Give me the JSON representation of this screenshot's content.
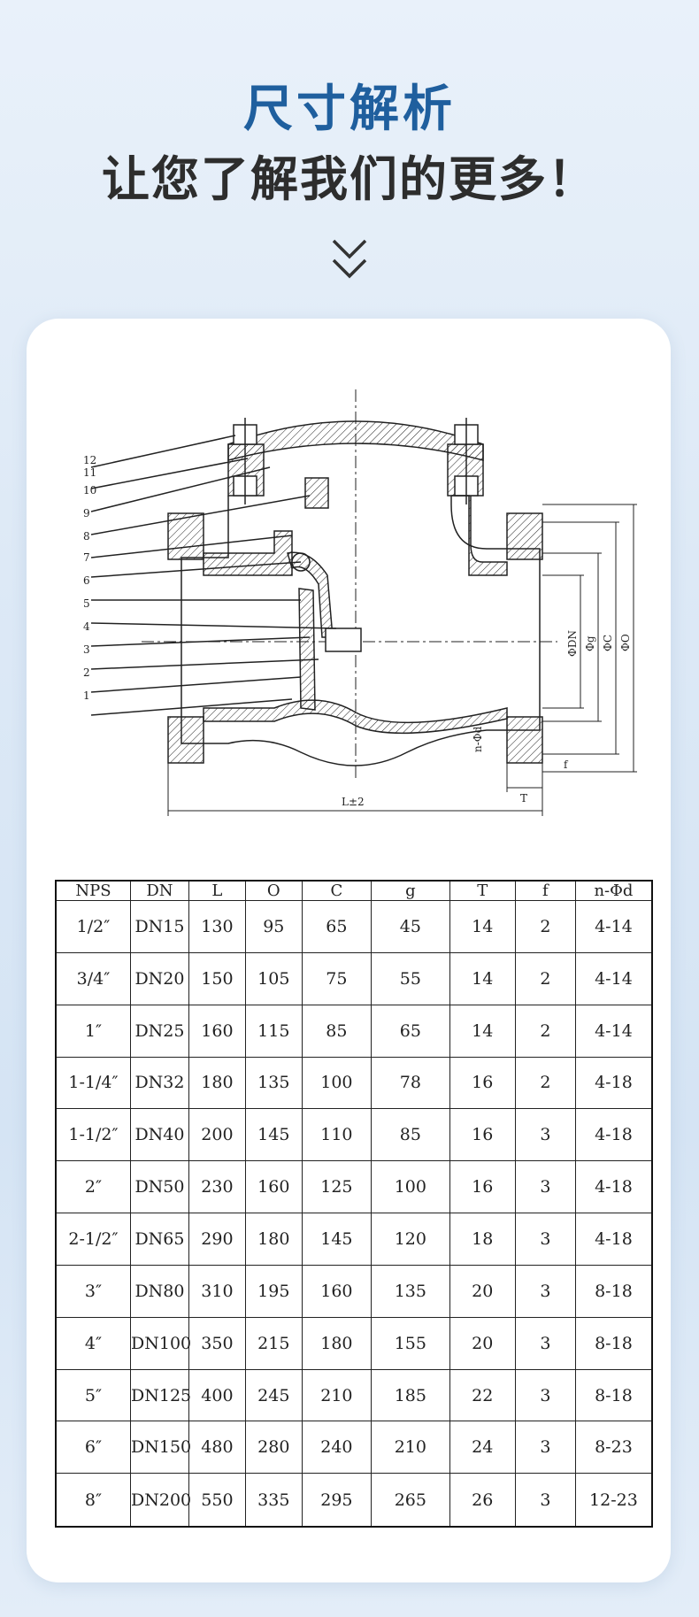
{
  "header": {
    "title": "尺寸解析",
    "subtitle": "让您了解我们的更多！",
    "chevron_icon": "double-chevron-down-icon"
  },
  "colors": {
    "title": "#1f5f9e",
    "subtitle": "#2d2d2d",
    "background": "#dde9f6",
    "card": "#ffffff"
  },
  "drawing": {
    "part_numbers": [
      "12",
      "11",
      "10",
      "9",
      "8",
      "7",
      "6",
      "5",
      "4",
      "3",
      "2",
      "1"
    ],
    "dim_labels": {
      "dn": "ΦDN",
      "g": "Φg",
      "c": "ΦC",
      "o": "ΦO",
      "nd": "n-Φd",
      "t": "T",
      "f": "f",
      "l": "L±2"
    }
  },
  "table": {
    "headers": [
      "NPS",
      "DN",
      "L",
      "O",
      "C",
      "g",
      "T",
      "f",
      "n-Φd"
    ],
    "rows": [
      [
        "1/2″",
        "DN15",
        "130",
        "95",
        "65",
        "45",
        "14",
        "2",
        "4-14"
      ],
      [
        "3/4″",
        "DN20",
        "150",
        "105",
        "75",
        "55",
        "14",
        "2",
        "4-14"
      ],
      [
        "1″",
        "DN25",
        "160",
        "115",
        "85",
        "65",
        "14",
        "2",
        "4-14"
      ],
      [
        "1-1/4″",
        "DN32",
        "180",
        "135",
        "100",
        "78",
        "16",
        "2",
        "4-18"
      ],
      [
        "1-1/2″",
        "DN40",
        "200",
        "145",
        "110",
        "85",
        "16",
        "3",
        "4-18"
      ],
      [
        "2″",
        "DN50",
        "230",
        "160",
        "125",
        "100",
        "16",
        "3",
        "4-18"
      ],
      [
        "2-1/2″",
        "DN65",
        "290",
        "180",
        "145",
        "120",
        "18",
        "3",
        "4-18"
      ],
      [
        "3″",
        "DN80",
        "310",
        "195",
        "160",
        "135",
        "20",
        "3",
        "8-18"
      ],
      [
        "4″",
        "DN100",
        "350",
        "215",
        "180",
        "155",
        "20",
        "3",
        "8-18"
      ],
      [
        "5″",
        "DN125",
        "400",
        "245",
        "210",
        "185",
        "22",
        "3",
        "8-18"
      ],
      [
        "6″",
        "DN150",
        "480",
        "280",
        "240",
        "210",
        "24",
        "3",
        "8-23"
      ],
      [
        "8″",
        "DN200",
        "550",
        "335",
        "295",
        "265",
        "26",
        "3",
        "12-23"
      ]
    ]
  }
}
